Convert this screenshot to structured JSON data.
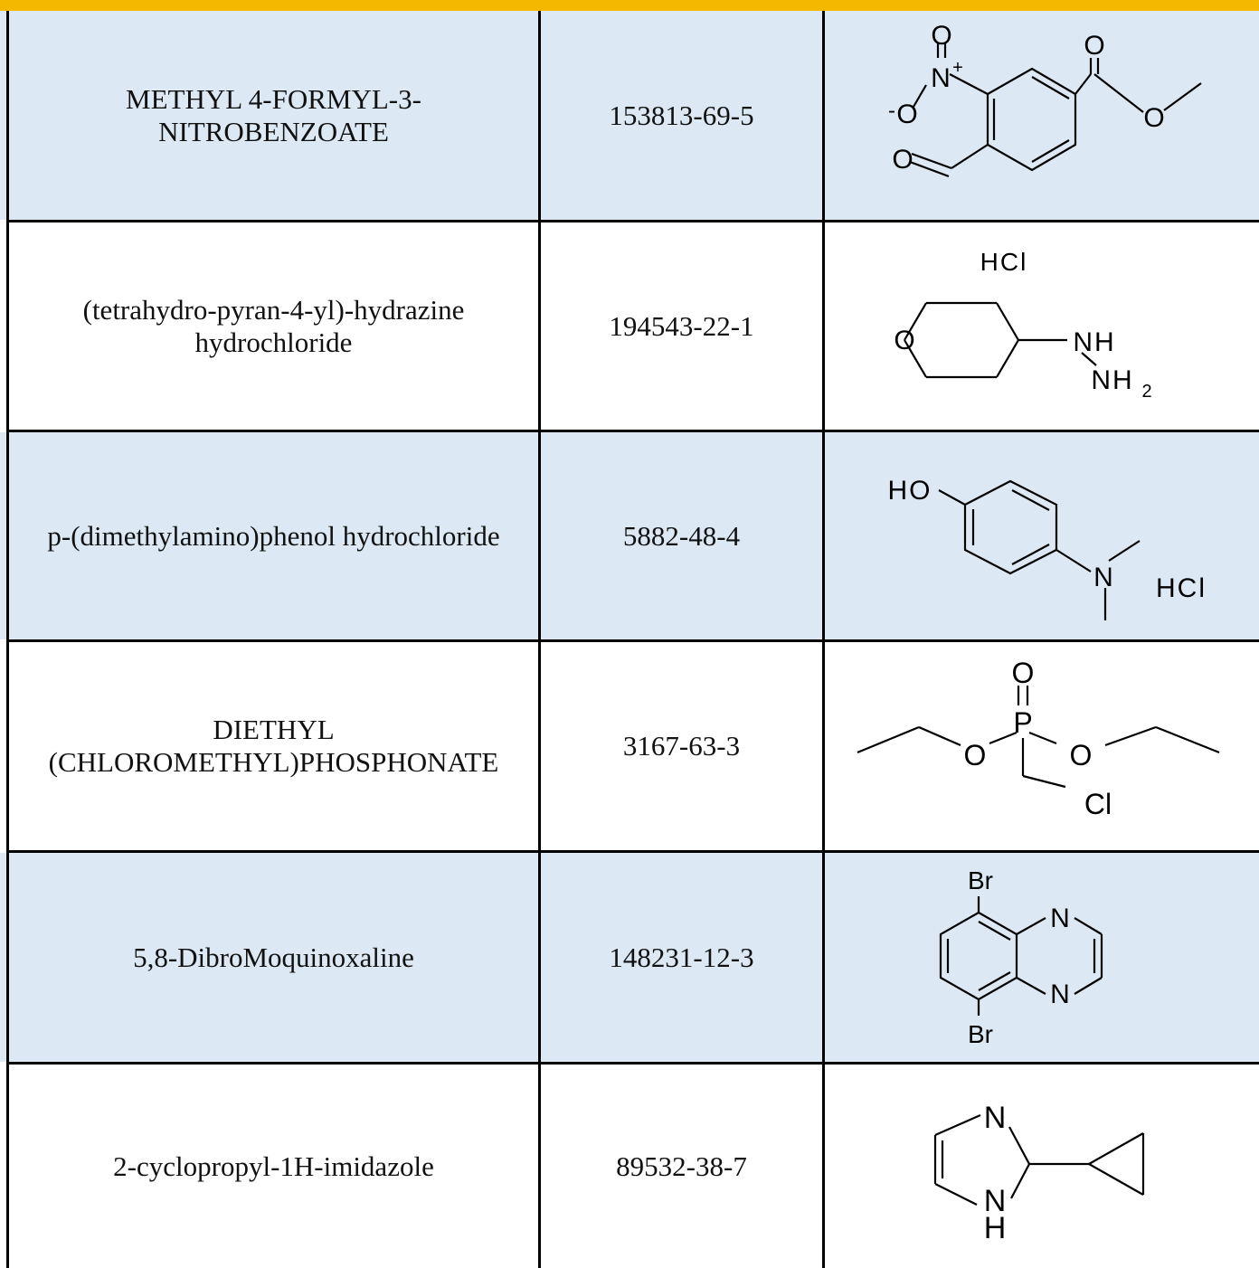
{
  "colors": {
    "accent_bar": "#f5b800",
    "band_fill": "#dce9f5",
    "plain_fill": "#ffffff",
    "grid_line": "#000000"
  },
  "rows": [
    {
      "name": "METHYL 4-FORMYL-3-NITROBENZOATE",
      "cas": "153813-69-5",
      "structure_labels": {
        "nitro_o": "O",
        "n_plus": "N",
        "plus": "+",
        "minus": "-",
        "o_minus": "O",
        "ester_o1": "O",
        "ester_o2": "O",
        "aldehyde_o": "O"
      }
    },
    {
      "name": "(tetrahydro-pyran-4-yl)-hydrazine hydrochloride",
      "cas": "194543-22-1",
      "structure_labels": {
        "salt": "HCl",
        "ring_o": "O",
        "nh": "NH",
        "nh2": "NH",
        "sub2": "2"
      }
    },
    {
      "name": "p-(dimethylamino)phenol hydrochloride",
      "cas": "5882-48-4",
      "structure_labels": {
        "ho": "HO",
        "n": "N",
        "salt": "HCl"
      }
    },
    {
      "name": "DIETHYL (CHLOROMETHYL)PHOSPHONATE",
      "cas": "3167-63-3",
      "structure_labels": {
        "p_o": "O",
        "p": "P",
        "o_left": "O",
        "o_right": "O",
        "cl": "Cl"
      }
    },
    {
      "name": "5,8-DibroMoquinoxaline",
      "cas": "148231-12-3",
      "structure_labels": {
        "br_top": "Br",
        "br_bottom": "Br",
        "n_top": "N",
        "n_bottom": "N"
      }
    },
    {
      "name": "2-cyclopropyl-1H-imidazole",
      "cas": "89532-38-7",
      "structure_labels": {
        "n3": "N",
        "n1": "N",
        "h": "H"
      }
    }
  ]
}
